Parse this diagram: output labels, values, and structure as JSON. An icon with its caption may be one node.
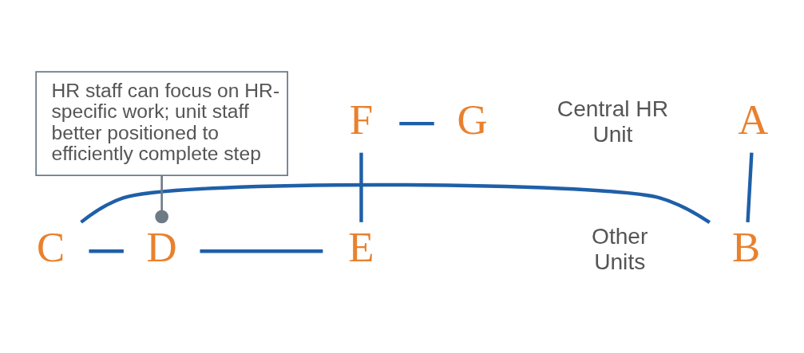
{
  "diagram": {
    "nodes": [
      {
        "text": [
          "A"
        ]
      },
      {
        "text": [
          "B"
        ]
      },
      {
        "text": [
          "C"
        ]
      },
      {
        "text": [
          "D"
        ]
      },
      {
        "text": [
          "E"
        ]
      },
      {
        "text": [
          "F"
        ]
      },
      {
        "text": [
          "G"
        ]
      },
      {
        "text": [
          "HR staff can focus on HR-specific work; unit staff better positioned to efficiently complete step"
        ]
      }
    ],
    "edges": [
      {
        "from": 0,
        "to": 1,
        "arrow": "none"
      },
      {
        "from": 1,
        "to": 2,
        "arrow": "none"
      },
      {
        "from": 2,
        "to": 3,
        "arrow": "none"
      },
      {
        "from": 3,
        "to": 4,
        "arrow": "none"
      },
      {
        "from": 4,
        "to": 5,
        "arrow": "none"
      },
      {
        "from": 5,
        "to": 6,
        "arrow": "none"
      },
      {
        "from": 7,
        "to": 3,
        "arrow": "other",
        "color": "#6d7b86"
      }
    ],
    "labels": [
      "Central HR Unit",
      "Other Units"
    ]
  }
}
